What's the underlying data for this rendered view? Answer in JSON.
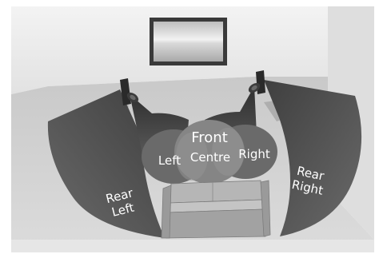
{
  "diagram": {
    "zones": {
      "front": "Front",
      "left": "Left",
      "centre": "Centre",
      "right": "Right",
      "rear_left": [
        "Rear",
        "Left"
      ],
      "rear_right": [
        "Rear",
        "Right"
      ]
    },
    "colors": {
      "background": "#ffffff",
      "wall": "#e9e9e9",
      "floor": "#cfcfcf",
      "beam": "#5f5f5f",
      "overlap": "#8a8a8a",
      "sofa": "#a8a8a8",
      "speaker": "#2a2a2a",
      "label": "#ffffff"
    }
  }
}
